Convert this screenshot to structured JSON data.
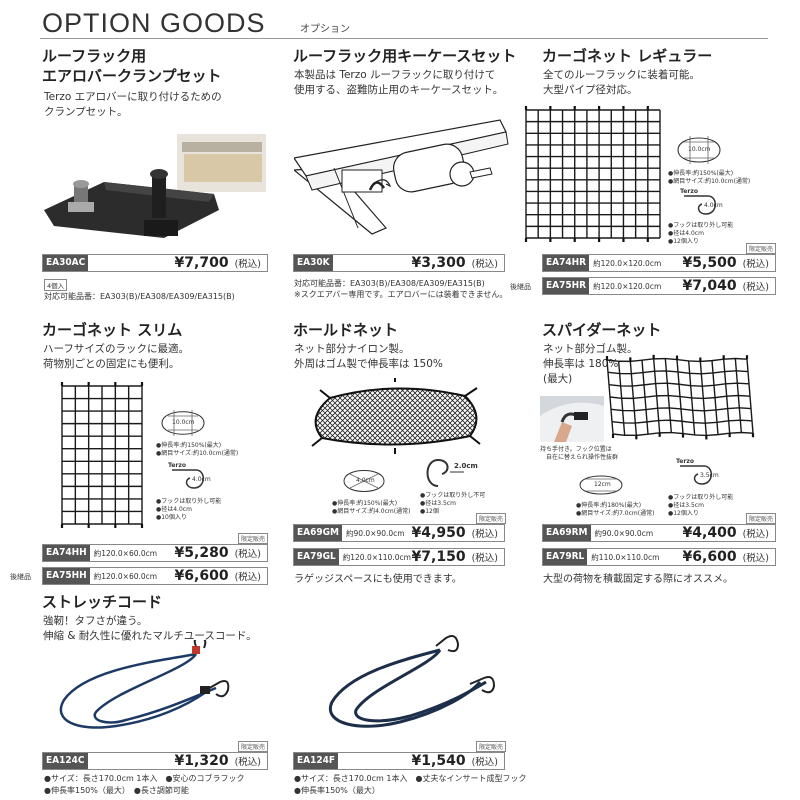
{
  "header": {
    "title": "OPTION GOODS",
    "subtitle": "オプション"
  },
  "products": {
    "clamp": {
      "title_line1": "ルーフラック用",
      "title_line2": "エアロバークランプセット",
      "desc_line1": "Terzo エアロバーに取り付けるための",
      "desc_line2": "クランプセット。",
      "code": "EA30AC",
      "price": "¥7,700",
      "tax": "(税込)",
      "qty": "4個入",
      "note": "対応可能品番：EA303(B)/EA308/EA309/EA315(B)"
    },
    "key": {
      "title": "ルーフラック用キーケースセット",
      "desc_line1": "本製品は Terzo ルーフラックに取り付けて",
      "desc_line2": "使用する、盗難防止用のキーケースセット。",
      "code": "EA30K",
      "price": "¥3,300",
      "tax": "(税込)",
      "note_line1": "対応可能品番：EA303(B)/EA308/EA309/EA315(B)",
      "note_line2": "※スクエアバー専用です。エアロバーには装着できません。"
    },
    "regular": {
      "title": "カーゴネット レギュラー",
      "desc_line1": "全てのルーフラックに装着可能。",
      "desc_line2": "大型パイプ径対応。",
      "badge": "限定販売",
      "prefix2": "後継品",
      "spec1": "●伸長率:約150%(最大)",
      "spec2": "●網目サイズ:約10.0cm(通常)",
      "spec3": "●フックは取り外し可能",
      "spec4": "●径は4.0cm",
      "spec5": "●12個入り",
      "inset1": "10.0cm",
      "inset2": "4.0cm",
      "brand": "Terzo",
      "rows": [
        {
          "code": "EA74HR",
          "size": "約120.0×120.0cm",
          "price": "¥5,500",
          "tax": "(税込)"
        },
        {
          "code": "EA75HR",
          "size": "約120.0×120.0cm",
          "price": "¥7,040",
          "tax": "(税込)"
        }
      ]
    },
    "slim": {
      "title": "カーゴネット スリム",
      "desc_line1": "ハーフサイズのラックに最適。",
      "desc_line2": "荷物別ごとの固定にも便利。",
      "badge": "限定販売",
      "prefix2": "後継品",
      "spec1": "●伸長率:約150%(最大)",
      "spec2": "●網目サイズ:約10.0cm(通常)",
      "spec3": "●フックは取り外し可能",
      "spec4": "●径は4.0cm",
      "spec5": "●10個入り",
      "inset1": "10.0cm",
      "inset2": "4.0cm",
      "brand": "Terzo",
      "rows": [
        {
          "code": "EA74HH",
          "size": "約120.0×60.0cm",
          "price": "¥5,280",
          "tax": "(税込)"
        },
        {
          "code": "EA75HH",
          "size": "約120.0×60.0cm",
          "price": "¥6,600",
          "tax": "(税込)"
        }
      ]
    },
    "hold": {
      "title": "ホールドネット",
      "desc_line1": "ネット部分ナイロン製。",
      "desc_line2": "外周はゴム製で伸長率は 150%",
      "badge": "限定販売",
      "spec1": "●伸長率:約150%(最大)",
      "spec2": "●網目サイズ:約4.0cm(通常)",
      "spec3": "●フックは取り外し不可",
      "spec4": "●径は3.5cm",
      "spec5": "●12個",
      "inset1": "4.0cm",
      "inset2": "2.0cm",
      "rows": [
        {
          "code": "EA69GM",
          "size": "約90.0×90.0cm",
          "price": "¥4,950",
          "tax": "(税込)"
        },
        {
          "code": "EA79GL",
          "size": "約120.0×110.0cm",
          "price": "¥7,150",
          "tax": "(税込)"
        }
      ],
      "footer": "ラゲッジスペースにも使用できます。"
    },
    "spider": {
      "title": "スパイダーネット",
      "desc_line1": "ネット部分ゴム製。",
      "desc_line2": "伸長率は 180%",
      "desc_line3": "(最大)",
      "badge": "限定販売",
      "caption1": "持ち手付き。フック位置は",
      "caption2": "自在に替えられ操作性抜群",
      "spec1": "●伸長率:約180%(最大)",
      "spec2": "●網目サイズ:約7.0cm(通常)",
      "spec3": "●フックは取り外し可能",
      "spec4": "●径は3.5cm",
      "spec5": "●12個入り",
      "inset1": "12cm",
      "inset2": "3.5cm",
      "brand": "Terzo",
      "rows": [
        {
          "code": "EA69RM",
          "size": "約90.0×90.0cm",
          "price": "¥4,400",
          "tax": "(税込)"
        },
        {
          "code": "EA79RL",
          "size": "約110.0×110.0cm",
          "price": "¥6,600",
          "tax": "(税込)"
        }
      ],
      "footer": "大型の荷物を積載固定する際にオススメ。"
    },
    "stretch": {
      "title": "ストレッチコード",
      "desc_line1": "強靭！タフさが違う。",
      "desc_line2": "伸縮 & 耐久性に優れたマルチユースコード。",
      "c_code": "EA124C",
      "c_price": "¥1,320",
      "c_tax": "(税込)",
      "c_badge": "限定販売",
      "c_spec1": "●サイズ：長さ170.0cm 1本入　●安心のコブラフック",
      "c_spec2": "●伸長率150%（最大）　●長さ調節可能",
      "f_code": "EA124F",
      "f_price": "¥1,540",
      "f_tax": "(税込)",
      "f_badge": "限定販売",
      "f_spec1": "●サイズ：長さ170.0cm 1本入　●丈夫なインサート成型フック",
      "f_spec2": "●伸長率150%（最大）"
    }
  }
}
